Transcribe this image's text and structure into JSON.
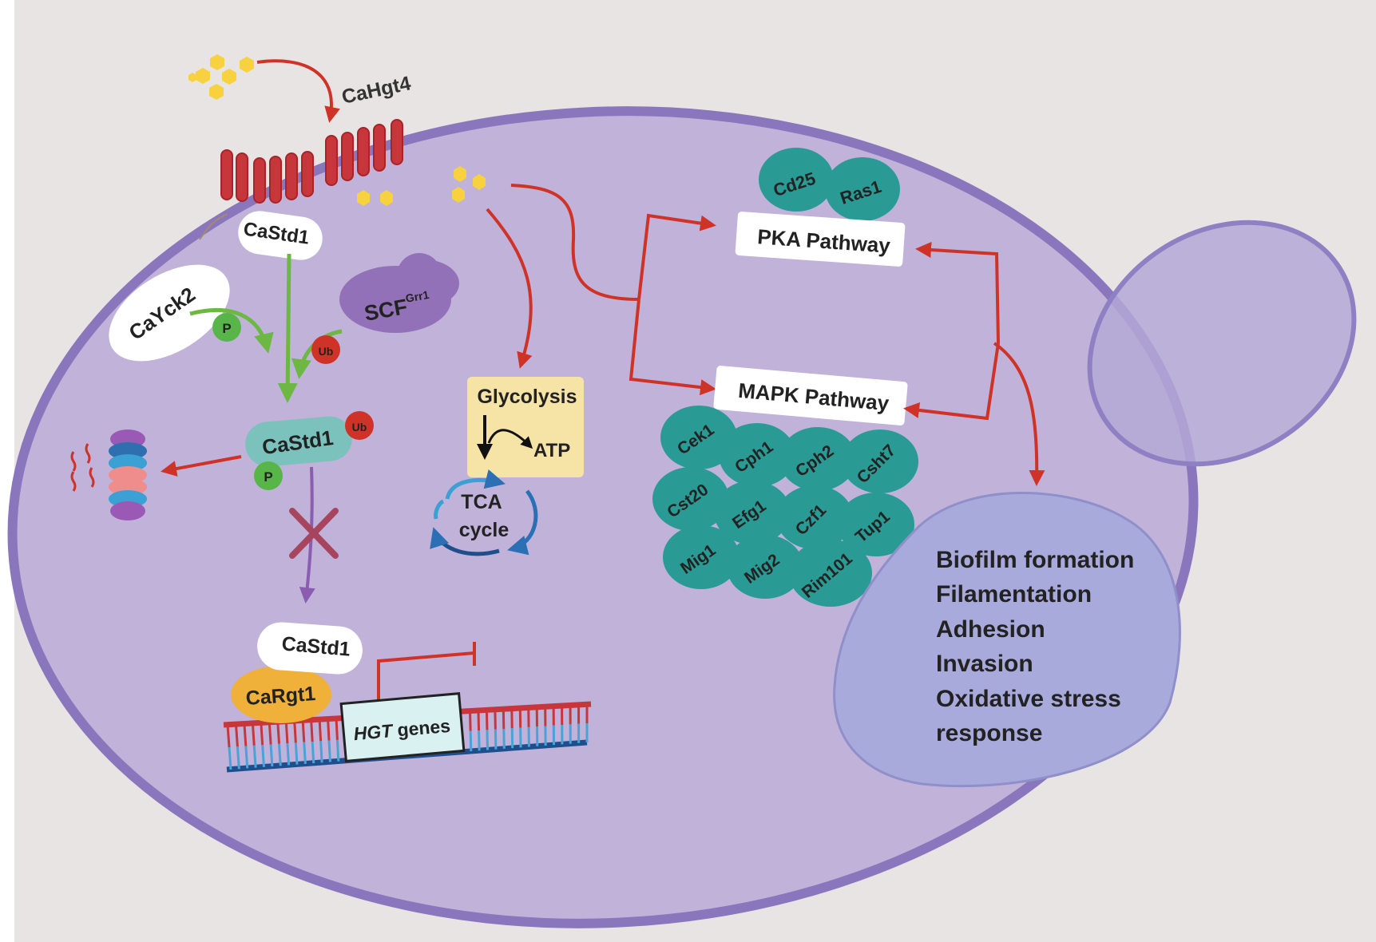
{
  "colors": {
    "background": "#e8e4e4",
    "cell": "#c0b2d9",
    "cell_border": "#8a76bd",
    "bud": "#b4a8d6",
    "arrow_red": "#cf3327",
    "arrow_green": "#6cb843",
    "arrow_purple": "#8a5db0",
    "protein_teal": "#2a9a94",
    "glycolysis_box": "#f6e3a6",
    "glucose": "#f7d13e",
    "transporter": "#c7363b",
    "response_blob": "#a9aadc",
    "scf": "#9371b8",
    "rgt1": "#f0b13b",
    "ub": "#cf3327",
    "p": "#58b548"
  },
  "transporter": {
    "label": "CaHgt4"
  },
  "repression": {
    "std1_membrane": "CaStd1",
    "kinase": "CaYck2",
    "scf_base": "SCF",
    "scf_sup": "Grr1",
    "std1_modified": "CaStd1",
    "std1_nuclear": "CaStd1",
    "rgt1": "CaRgt1",
    "phospho": "P",
    "ubiquitin": "Ub",
    "gene_italic": "HGT",
    "gene_suffix": " genes"
  },
  "metabolism": {
    "glycolysis": "Glycolysis",
    "atp": "ATP",
    "tca_line1": "TCA",
    "tca_line2": "cycle"
  },
  "pathways": {
    "pka": "PKA Pathway",
    "mapk": "MAPK Pathway",
    "pka_proteins": [
      "Cd25",
      "Ras1"
    ],
    "mapk_proteins": [
      "Cek1",
      "Cph1",
      "Cph2",
      "Csht7",
      "Cst20",
      "Efg1",
      "Czf1",
      "Tup1",
      "Mig1",
      "Mig2",
      "Rim101"
    ]
  },
  "responses": [
    "Biofilm formation",
    "Filamentation",
    "Adhesion",
    "Invasion",
    "Oxidative stress",
    "response"
  ]
}
